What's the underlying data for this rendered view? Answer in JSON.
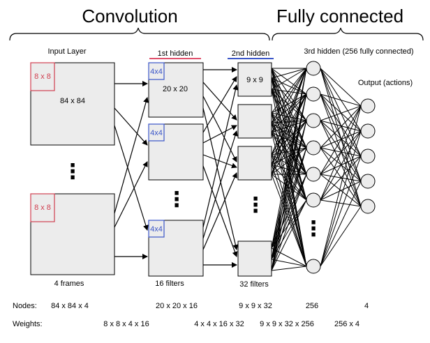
{
  "section_titles": {
    "convolution": "Convolution",
    "fully_connected": "Fully connected"
  },
  "layer_labels": {
    "input": "Input Layer",
    "hidden1": "1st hidden",
    "hidden2": "2nd hidden",
    "hidden3": "3rd hidden (256 fully connected)",
    "output": "Output (actions)"
  },
  "box_labels": {
    "input_size": "84 x 84",
    "input_kernel_top": "8 x 8",
    "input_kernel_bottom": "8 x 8",
    "hidden1_size": "20 x 20",
    "hidden1_kernel": "4x4",
    "hidden2_size": "9 x 9"
  },
  "bottom_labels": {
    "input": "4 frames",
    "hidden1": "16 filters",
    "hidden2": "32 filters"
  },
  "dots": "⋮",
  "nodes_row": {
    "label": "Nodes:",
    "values": [
      "84 x 84 x 4",
      "20 x 20 x 16",
      "9 x 9 x 32",
      "256",
      "4"
    ]
  },
  "weights_row": {
    "label": "Weights:",
    "values": [
      "8 x 8 x 4 x 16",
      "4 x 4 x 16 x 32",
      "9 x 9 x 32 x 256",
      "256 x 4"
    ]
  },
  "colors": {
    "hidden1_underline": "#e0506b",
    "hidden2_underline": "#3a55c8",
    "kernel_red": "#d04050",
    "kernel_blue": "#3a55c8",
    "box_fill": "#ececec"
  }
}
